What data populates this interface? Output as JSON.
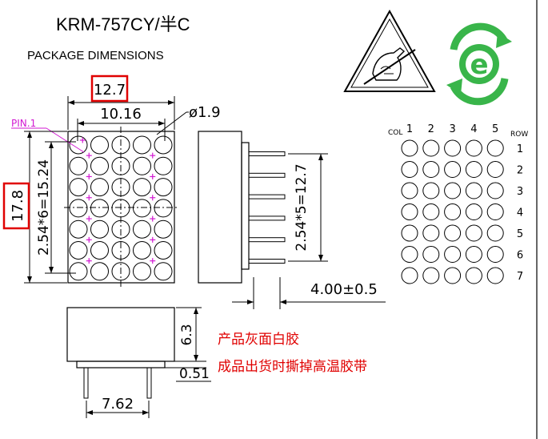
{
  "header": {
    "title": "KRM-757CY/半C",
    "subtitle": "PACKAGE DIMENSIONS"
  },
  "front_view": {
    "pin1_label": "PIN.1",
    "width_outer": "12.7",
    "width_inner": "10.16",
    "dot_diameter": "ø1.9",
    "height_outer": "17.8",
    "height_pitch": "2.54*6=15.24"
  },
  "side_view": {
    "pin_span": "2.54*5=12.7",
    "pin_length": "4.00±0.5"
  },
  "bottom_view": {
    "body_height": "6.3",
    "pin_thickness": "0.51",
    "pin_spacing": "7.62"
  },
  "notes": [
    "产品灰面白胶",
    "成品出货时撕掉高温胶带"
  ],
  "schematic": {
    "col_label": "COL",
    "row_label": "ROW",
    "columns": [
      "1",
      "2",
      "3",
      "4",
      "5"
    ],
    "rows": [
      "1",
      "2",
      "3",
      "4",
      "5",
      "6",
      "7"
    ]
  },
  "icons": {
    "esd": "esd-warning-icon",
    "eco": "environment-e-icon"
  },
  "colors": {
    "highlight": "#e00000",
    "pin_marker": "#d21ad2",
    "eco_green": "#39b54a"
  }
}
